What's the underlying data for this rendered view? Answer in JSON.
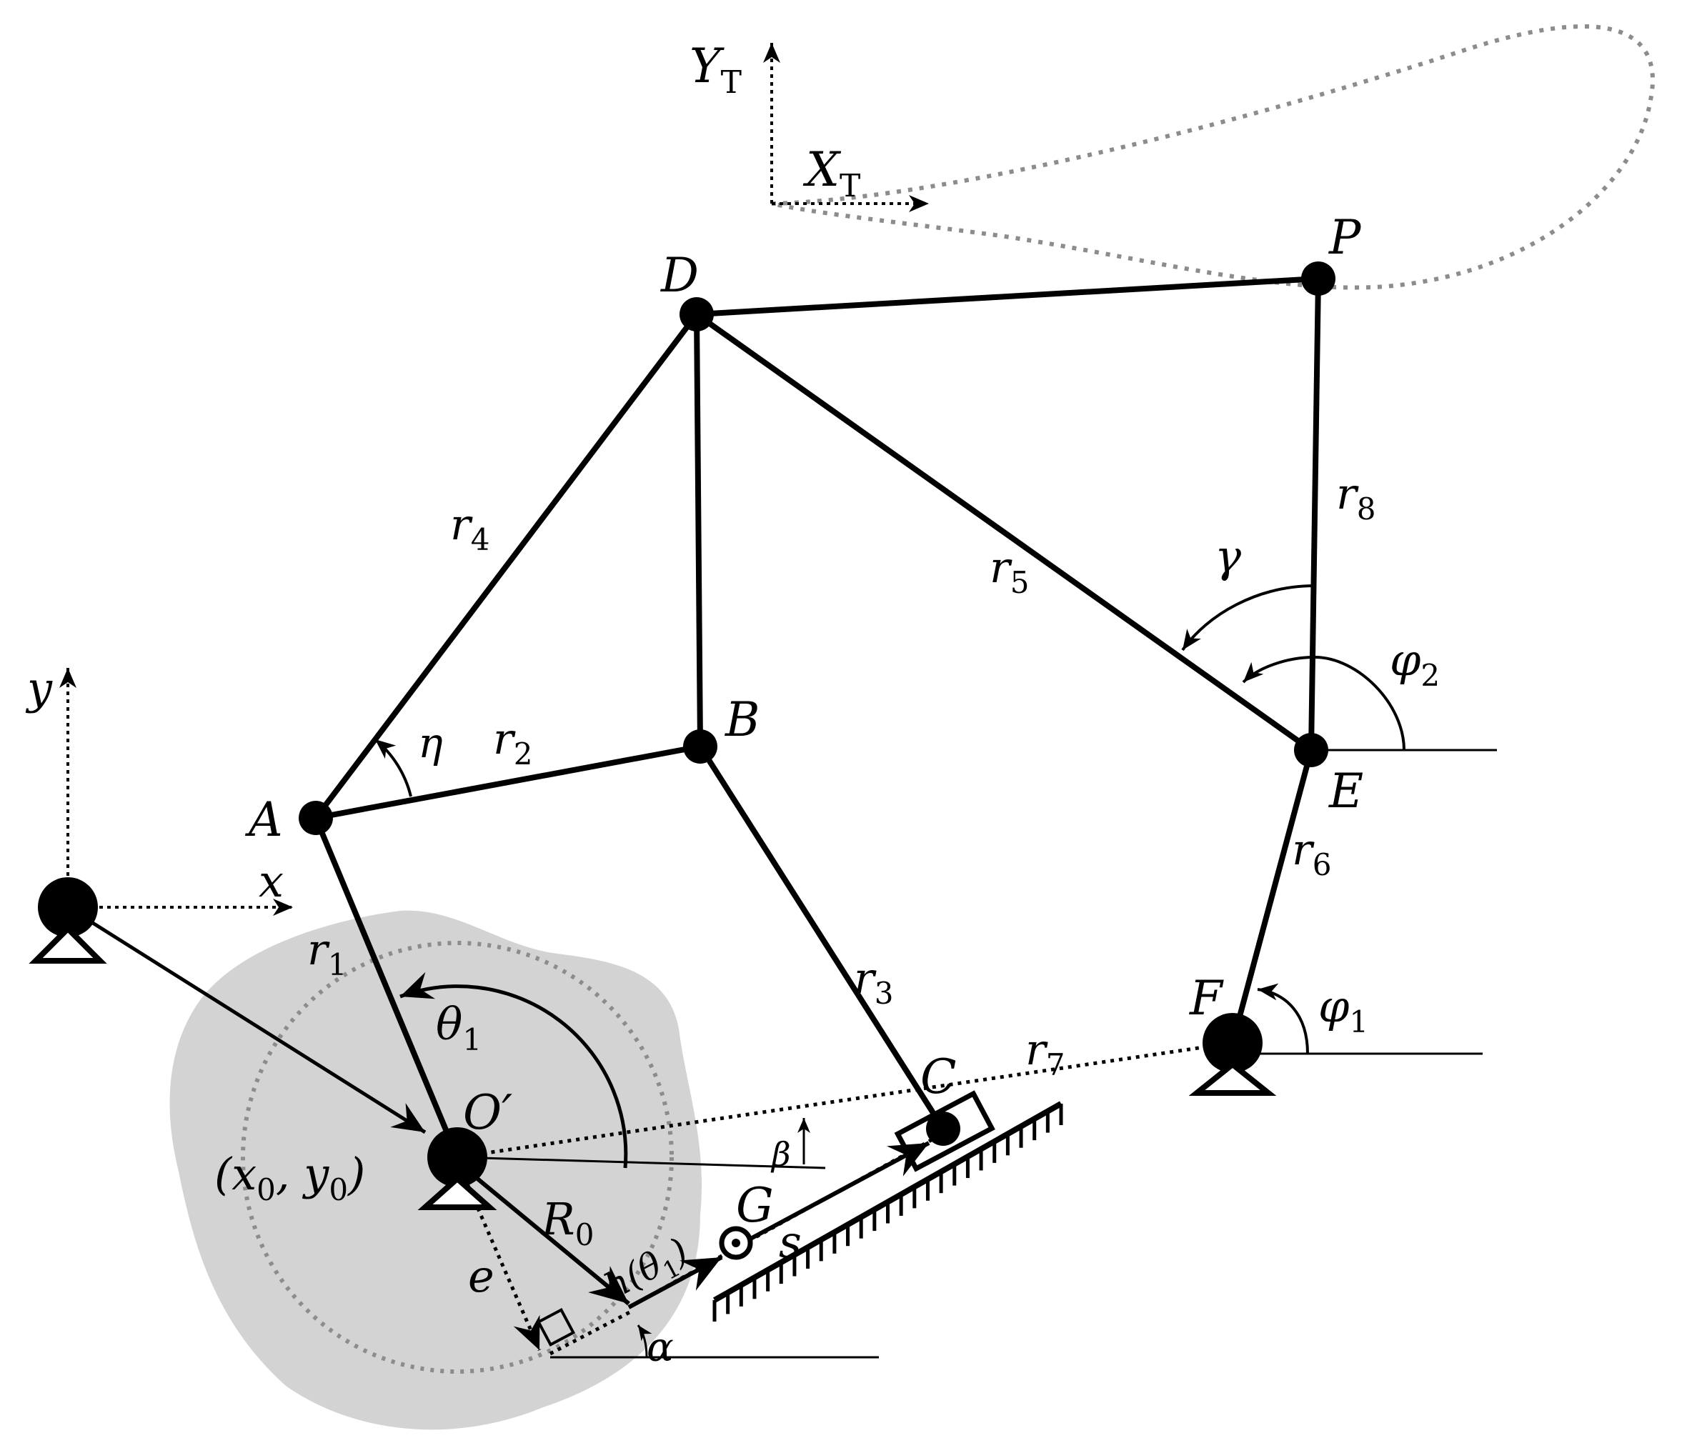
{
  "labels": {
    "yt": "Y",
    "yt_sub": "T",
    "xt": "X",
    "xt_sub": "T",
    "y": "y",
    "x": "x",
    "D": "D",
    "P": "P",
    "B": "B",
    "A": "A",
    "E": "E",
    "F": "F",
    "C": "C",
    "G": "G",
    "O": "O′",
    "r4": "r",
    "r4_sub": "4",
    "r2": "r",
    "r2_sub": "2",
    "r5": "r",
    "r5_sub": "5",
    "r8": "r",
    "r8_sub": "8",
    "r1": "r",
    "r1_sub": "1",
    "r3": "r",
    "r3_sub": "3",
    "r6": "r",
    "r6_sub": "6",
    "r7": "r",
    "r7_sub": "7",
    "eta": "η",
    "gamma": "γ",
    "phi2": "φ",
    "phi2_sub": "2",
    "phi1": "φ",
    "phi1_sub": "1",
    "theta1": "θ",
    "theta1_sub": "1",
    "beta": "β",
    "alpha": "α",
    "R0": "R",
    "R0_sub": "0",
    "e": "e",
    "s": "s",
    "h": "h(θ",
    "h_sub": "1",
    "h_close": ")",
    "x0y0": "(x",
    "x0_sub": "0",
    "x0y0_mid": ", y",
    "y0_sub": "0",
    "x0y0_close": ")"
  },
  "colors": {
    "link": "#000000",
    "cam_fill": "#d3d3d3",
    "dotted_gray": "#8c8c8c"
  }
}
